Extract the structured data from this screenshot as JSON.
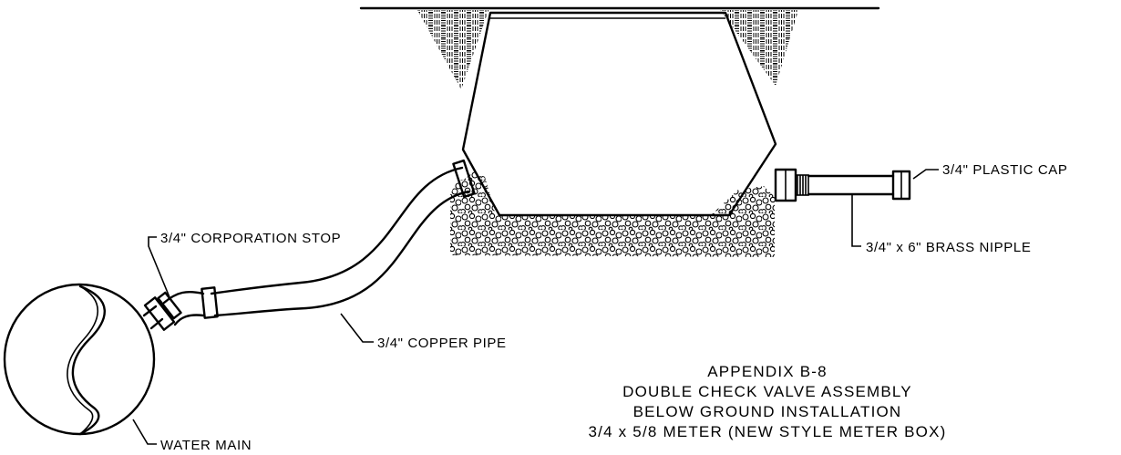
{
  "labels": {
    "plastic_cap": "3/4\" PLASTIC CAP",
    "brass_nipple": "3/4\" x 6\" BRASS NIPPLE",
    "corporation_stop": "3/4\" CORPORATION STOP",
    "copper_pipe": "3/4\" COPPER PIPE",
    "water_main": "WATER MAIN"
  },
  "title_block": {
    "line1": "APPENDIX B-8",
    "line2": "DOUBLE CHECK VALVE ASSEMBLY",
    "line3": "BELOW GROUND INSTALLATION",
    "line4": "3/4 x 5/8 METER (NEW STYLE METER BOX)"
  }
}
